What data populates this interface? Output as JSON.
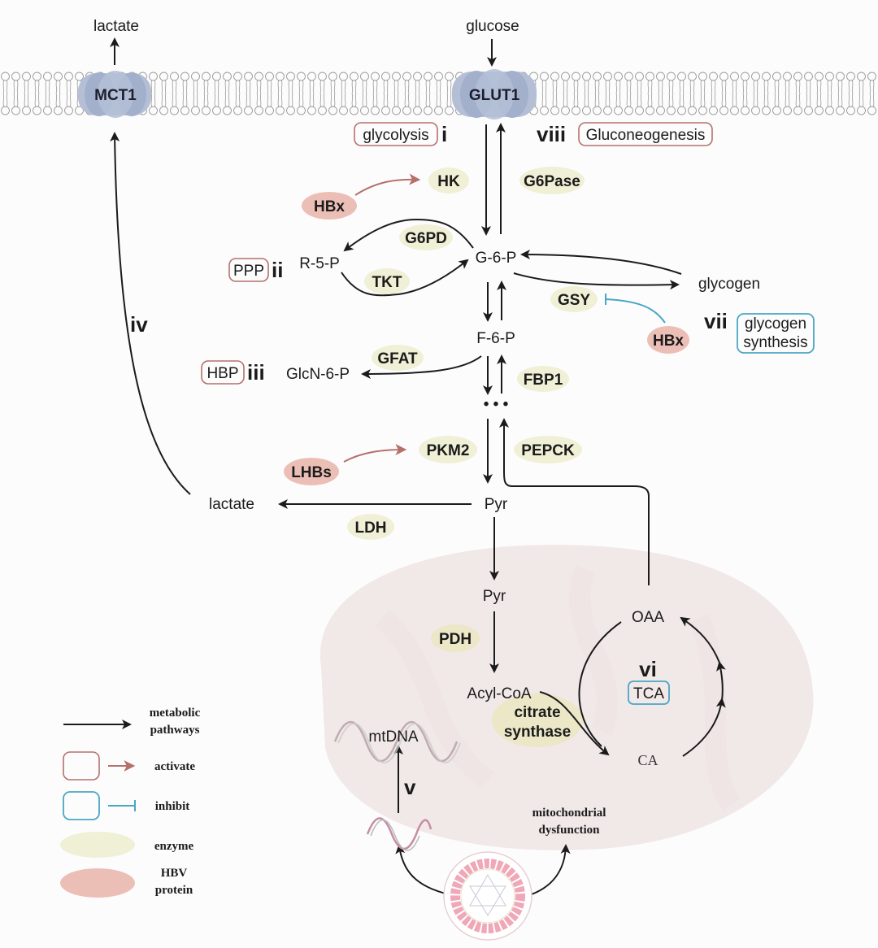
{
  "colors": {
    "activate": "#b5706b",
    "inhibit": "#4aa6c4",
    "enzyme": "#eff0d6",
    "hbv_protein": "#ecbfb6",
    "membrane_protein": "#b4bfd6",
    "mitochondrion": "#f1e9e8",
    "pathway": "#1b1b1b"
  },
  "membrane": {
    "transporters": [
      {
        "label": "MCT1",
        "metabolite": "lactate",
        "direction": "out"
      },
      {
        "label": "GLUT1",
        "metabolite": "glucose",
        "direction": "in"
      }
    ]
  },
  "pathways": [
    {
      "roman": "i",
      "label": "glycolysis",
      "type": "activate"
    },
    {
      "roman": "ii",
      "label": "PPP",
      "type": "activate"
    },
    {
      "roman": "iii",
      "label": "HBP",
      "type": "activate"
    },
    {
      "roman": "iv",
      "label": ""
    },
    {
      "roman": "v",
      "label": ""
    },
    {
      "roman": "vi",
      "label": "TCA",
      "type": "inhibit"
    },
    {
      "roman": "vii",
      "label": "glycogen synthesis",
      "label_lines": [
        "glycogen",
        "synthesis"
      ],
      "type": "inhibit"
    },
    {
      "roman": "viii",
      "label": "Gluconeogenesis",
      "type": "activate"
    }
  ],
  "metabolites": {
    "g6p": "G-6-P",
    "r5p": "R-5-P",
    "f6p": "F-6-P",
    "glcn6p": "GlcN-6-P",
    "dots": "• • •",
    "pyr_cyto": "Pyr",
    "pyr_mito": "Pyr",
    "lactate_cyto": "lactate",
    "glycogen": "glycogen",
    "acyl_coa": "Acyl-CoA",
    "oaa": "OAA",
    "ca": "CA",
    "mtdna": "mtDNA"
  },
  "enzymes": {
    "hk": "HK",
    "g6pase": "G6Pase",
    "g6pd": "G6PD",
    "tkt": "TKT",
    "gsy": "GSY",
    "gfat": "GFAT",
    "fbp1": "FBP1",
    "pkm2": "PKM2",
    "pepck": "PEPCK",
    "ldh": "LDH",
    "pdh": "PDH",
    "citrate_synthase": [
      "citrate",
      "synthase"
    ]
  },
  "hbv_proteins": {
    "hbx_hk": "HBx",
    "hbx_gsy": "HBx",
    "lhbs": "LHBs"
  },
  "annotations": {
    "mito_dysfunction": [
      "mitochondrial",
      "dysfunction"
    ]
  },
  "legend": {
    "items": [
      {
        "symbol": "arrow",
        "label": [
          "metabolic",
          "pathways"
        ]
      },
      {
        "symbol": "activate",
        "label": [
          "activate"
        ]
      },
      {
        "symbol": "inhibit",
        "label": [
          "inhibit"
        ]
      },
      {
        "symbol": "enzyme",
        "label": [
          "enzyme"
        ]
      },
      {
        "symbol": "hbv_protein",
        "label": [
          "HBV",
          "protein"
        ]
      }
    ]
  }
}
